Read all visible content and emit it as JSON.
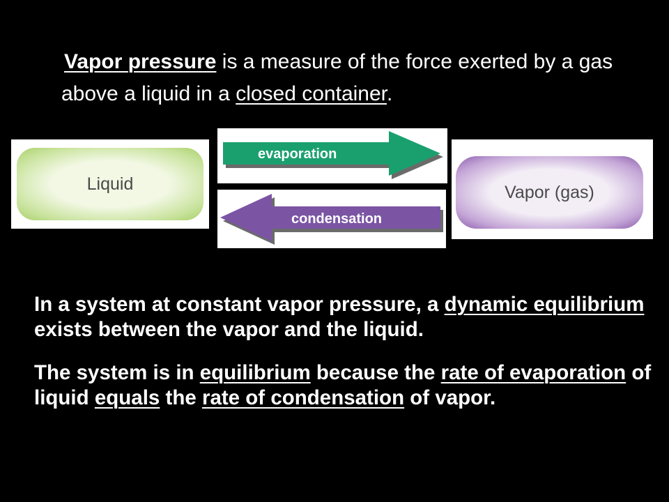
{
  "intro": {
    "term": "Vapor pressure",
    "middle": " is a measure of the force exerted by a gas above a liquid in a ",
    "closed": "closed container",
    "end": "."
  },
  "diagram": {
    "liquid_label": "Liquid",
    "vapor_label": "Vapor (gas)",
    "evaporation_label": "evaporation",
    "condensation_label": "condensation",
    "colors": {
      "evaporation_arrow": "#1aa06e",
      "condensation_arrow": "#7b55a4",
      "liquid_border": "#a8d06a",
      "vapor_border": "#8a5cab"
    }
  },
  "paragraph1": {
    "p1": "In a system at constant vapor pressure, a ",
    "u1": "dynamic equilibrium",
    "p2": " exists between the vapor and the liquid."
  },
  "paragraph2": {
    "p1": "The system is in ",
    "u1": "equilibrium",
    "p2": " because the ",
    "u2": "rate of evaporation",
    "p3": " of liquid ",
    "u3": "equals",
    "p4": " the ",
    "u4": "rate of condensation",
    "p5": " of vapor."
  }
}
